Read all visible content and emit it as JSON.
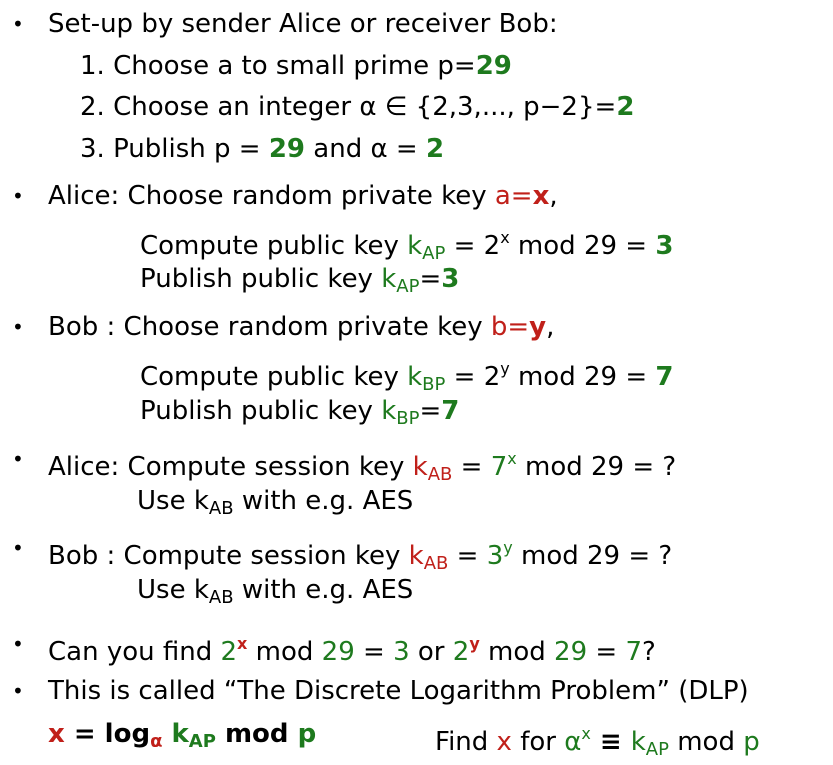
{
  "slide": {
    "bullet_char": "•",
    "setup": {
      "heading": "Set-up by sender Alice or receiver Bob:",
      "step1_text": "1. Choose a to small prime p=",
      "step1_value": "29",
      "step2_text": "2. Choose an integer α ∈ {2,3,..., p−2}=",
      "step2_value": "2",
      "step3_text_a": "3. Publish p = ",
      "step3_value_p": "29",
      "step3_text_b": " and α = ",
      "step3_value_alpha": "2"
    },
    "alice_keys": {
      "prefix": "Alice: Choose random private key ",
      "priv_label": "a=",
      "priv_value": "x",
      "comma": ",",
      "compute_text": "Compute public key ",
      "k": "k",
      "sub_ap": "AP",
      "compute_eq": " = 2",
      "compute_exp": "x",
      "compute_rest": " mod 29 = ",
      "compute_value": "3",
      "publish_text": "Publish public key ",
      "publish_eq": "=",
      "publish_value": "3"
    },
    "bob_keys": {
      "prefix": "Bob : Choose random private key ",
      "priv_label": "b=",
      "priv_value": "y",
      "comma": ",",
      "compute_text": "Compute public key ",
      "k": "k",
      "sub_bp": "BP",
      "compute_eq": " = 2",
      "compute_exp": "y",
      "compute_rest": " mod 29 = ",
      "compute_value": "7",
      "publish_text": "Publish public key ",
      "publish_eq": "=",
      "publish_value": "7"
    },
    "alice_session": {
      "prefix": "Alice: Compute session key ",
      "k": "k",
      "sub_ab": "AB",
      "eq": " = ",
      "base": "7",
      "exp": "x",
      "rest": " mod 29 = ?",
      "use_text": "Use k",
      "use_rest": "  with e.g. AES"
    },
    "bob_session": {
      "prefix": "Bob : Compute session key ",
      "k": "k",
      "sub_ab": "AB",
      "eq": " = ",
      "base": "3",
      "exp": "y",
      "rest": " mod 29 = ?",
      "use_text": "Use k",
      "use_rest": "  with e.g. AES"
    },
    "question": {
      "text_a": "Can you find ",
      "base1": "2",
      "exp1": "x",
      "mod1": " mod ",
      "modulus1": "29",
      "eq1": " = ",
      "result1": "3",
      "or": " or ",
      "base2": "2",
      "exp2": "y",
      "mod2": " mod ",
      "modulus2": "29",
      "eq2": " = ",
      "result2": "7",
      "end": "?"
    },
    "dlp": {
      "text": "This is called “The Discrete Logarithm Problem” (DLP)",
      "formula_x": "x",
      "formula_eq": " = log",
      "formula_sub_alpha": "α",
      "formula_k": " k",
      "formula_sub_ap": "AP",
      "formula_mod": " mod ",
      "formula_p": "p",
      "find_text": "Find ",
      "find_x": "x",
      "find_for": " for ",
      "find_alpha": "α",
      "find_exp": "x",
      "find_equiv": " ≡ ",
      "find_k": "k",
      "find_sub_ap": "AP",
      "find_mod": " mod ",
      "find_p": "p"
    }
  },
  "colors": {
    "green": "#1e7a1e",
    "red": "#c0201a",
    "text": "#000000"
  }
}
